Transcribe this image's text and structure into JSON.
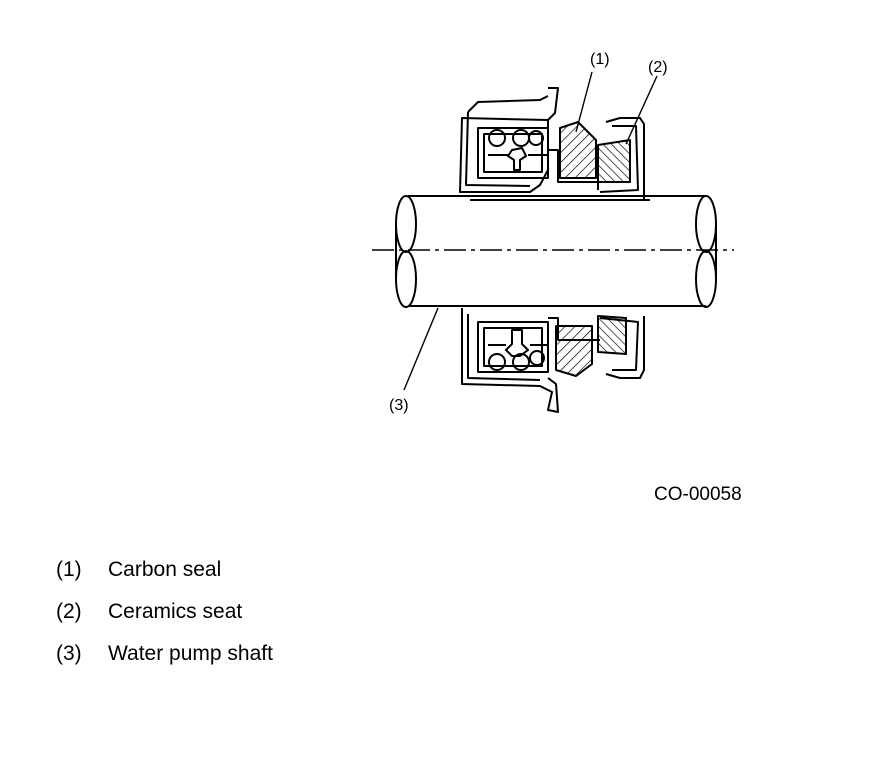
{
  "diagram": {
    "callouts": [
      {
        "id": "1",
        "text": "(1)"
      },
      {
        "id": "2",
        "text": "(2)"
      },
      {
        "id": "3",
        "text": "(3)"
      }
    ],
    "figure_code": "CO-00058"
  },
  "legend": [
    {
      "num": "(1)",
      "label": "Carbon seal"
    },
    {
      "num": "(2)",
      "label": "Ceramics seat"
    },
    {
      "num": "(3)",
      "label": "Water pump shaft"
    }
  ]
}
